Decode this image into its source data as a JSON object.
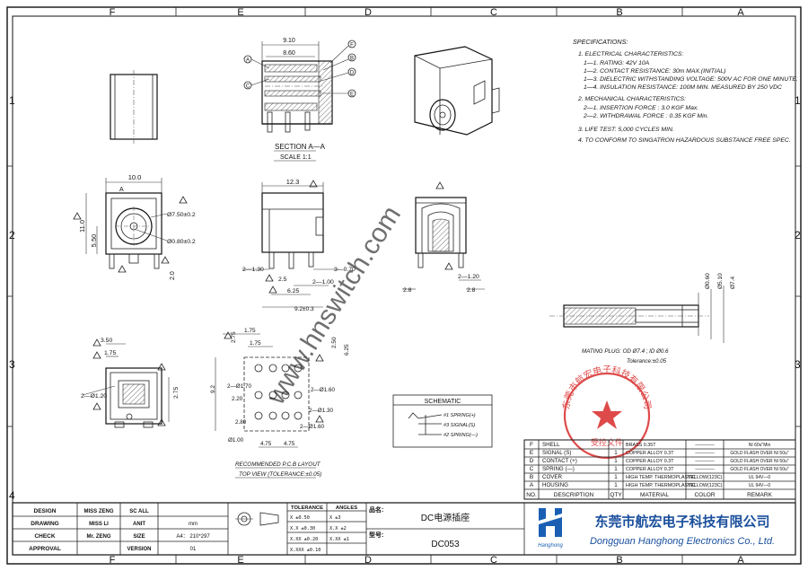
{
  "grid": {
    "columns": [
      "F",
      "E",
      "D",
      "C",
      "B",
      "A"
    ],
    "rows": [
      "1",
      "2",
      "3",
      "4"
    ]
  },
  "watermark": "www.hnswitch.com",
  "specifications": {
    "title": "SPECIFICATIONS:",
    "lines": [
      "1. ELECTRICAL CHARACTERISTICS:",
      "1—1. RATING: 42V 10A",
      "1—2. CONTACT RESISTANCE: 30m  MAX.(INITIAL)",
      "1—3. DIELECTRIC WITHSTANDING VOLTAGE: 500V AC FOR ONE MINUTE.",
      "1—4. INSULATION RESISTANCE: 100M  MIN. MEASURED BY 250 VDC",
      "2. MECHANICAL CHARACTERISTICS:",
      "2—1. INSERTION FORCE : 3.0 KGF Max.",
      "2—2. WITHDRAWAL FORCE : 0.35 KGF Min.",
      "3. LIFE TEST: 5,000 CYCLES MIN.",
      "4. TO CONFORM TO SINGATRON HAZARDOUS SUBSTANCE FREE SPEC."
    ]
  },
  "section_view": {
    "title": "SECTION A—A",
    "scale": "SCALE  1:1",
    "dims": [
      "9.10",
      "8.60"
    ],
    "callouts": [
      "A",
      "C",
      "F",
      "B",
      "D",
      "E"
    ]
  },
  "front_view": {
    "dims": [
      "10.0",
      "11.0",
      "5.50",
      "Ø7.50±0.2",
      "Ø0.80±0.2",
      "2.0"
    ],
    "label_a": "A"
  },
  "side_view": {
    "dims": [
      "12.3",
      "2—1.30",
      "3—0.70",
      "2.5",
      "2—1.00",
      "6.25",
      "9.2±0.3"
    ]
  },
  "back_view": {
    "dims": [
      "2—1.20",
      "2.8",
      "2.8"
    ]
  },
  "bottom_view": {
    "dims": [
      "3.50",
      "1.75",
      "2—Ø1.20",
      "2.75"
    ]
  },
  "pcb_layout": {
    "dims": [
      "1.75",
      "1.75",
      "2.75",
      "2.50",
      "6.25",
      "9.2",
      "2—Ø1.70",
      "2—Ø1.60",
      "2.20",
      "2—Ø1.30",
      "2.80",
      "2—Ø1.60",
      "Ø1.00",
      "4.75",
      "4.75"
    ],
    "caption1": "RECOMMENDED P.C.B LAYOUT",
    "caption2": "TOP VIEW (TOLERANCE:±0.05)"
  },
  "mating_plug": {
    "dims": [
      "Ø0.60",
      "Ø5.10",
      "Ø7.4"
    ],
    "caption1": "MATING PLUG: OD Ø7.4 ; ID Ø0.6",
    "caption2": "Tolerance:±0.05"
  },
  "schematic": {
    "title": "SCHEMATIC",
    "lines": [
      "#1  SPRING(+)",
      "#3  SIGNAL(S)",
      "#2  SPRING(—)"
    ]
  },
  "stamp": {
    "text": "东莞市航宏电子科技有限公司",
    "sub": "受控文件",
    "color": "#d92b2b"
  },
  "bom": {
    "headers": [
      "NO.",
      "DESCRIPTION",
      "QTY",
      "MATERIAL",
      "COLOR",
      "REMARK"
    ],
    "rows": [
      {
        "no": "F",
        "desc": "SHELL",
        "qty": "",
        "mat": "BRASS 0.35T",
        "color": "————",
        "remark": "NI 60u\"Min"
      },
      {
        "no": "E",
        "desc": "SIGNAL  (S)",
        "qty": "1",
        "mat": "COPPER ALLOY 0.3T",
        "color": "————",
        "remark": "GOLD FLASH OVER NI 50u\""
      },
      {
        "no": "D",
        "desc": "CONTACT  (+)",
        "qty": "1",
        "mat": "COPPER ALLOY 0.3T",
        "color": "————",
        "remark": "GOLD FLASH OVER NI 50u\""
      },
      {
        "no": "C",
        "desc": "SPRING  (—)",
        "qty": "1",
        "mat": "COPPER ALLOY 0.3T",
        "color": "————",
        "remark": "GOLD FLASH OVER NI 50u\""
      },
      {
        "no": "B",
        "desc": "COVER",
        "qty": "1",
        "mat": "HIGH TEMP. THERMOPLASTIC",
        "color": "YELLOW(123C)",
        "remark": "UL  94V—0"
      },
      {
        "no": "A",
        "desc": "HOUSING",
        "qty": "1",
        "mat": "HIGH TEMP. THERMOPLASTIC",
        "color": "YELLOW(123C)",
        "remark": "UL  94V—0"
      }
    ]
  },
  "title_block": {
    "labels": [
      "DESIGN",
      "DRAWING",
      "CHECK",
      "APPROVAL"
    ],
    "names": [
      "MISS ZENG",
      "MISS LI",
      "Mr. ZENG",
      ""
    ],
    "col2": [
      "SC ALL",
      "ANIT",
      "SIZE",
      "VERSION"
    ],
    "vals": [
      "",
      "mm",
      "A4： 210*297",
      "01"
    ],
    "tolerance_header": "TOLERANCE",
    "angles_header": "ANGLES",
    "tolerances": [
      "X    ±0.50",
      "X.X   ±0.30",
      "X.XX  ±0.20",
      "X.XXX ±0.10"
    ],
    "angles": [
      "X    ±3",
      "X.X  ±2",
      "X.XX ±1",
      ""
    ],
    "name_label": "品名:",
    "name_value": "DC电源插座",
    "model_label": "型号:",
    "model_value": "DC053",
    "company_cn": "东莞市航宏电子科技有限公司",
    "company_en": "Dongguan Hanghong Electronics Co., Ltd.",
    "logo_text": "Hanghong",
    "logo_color": "#1a5fb4"
  }
}
